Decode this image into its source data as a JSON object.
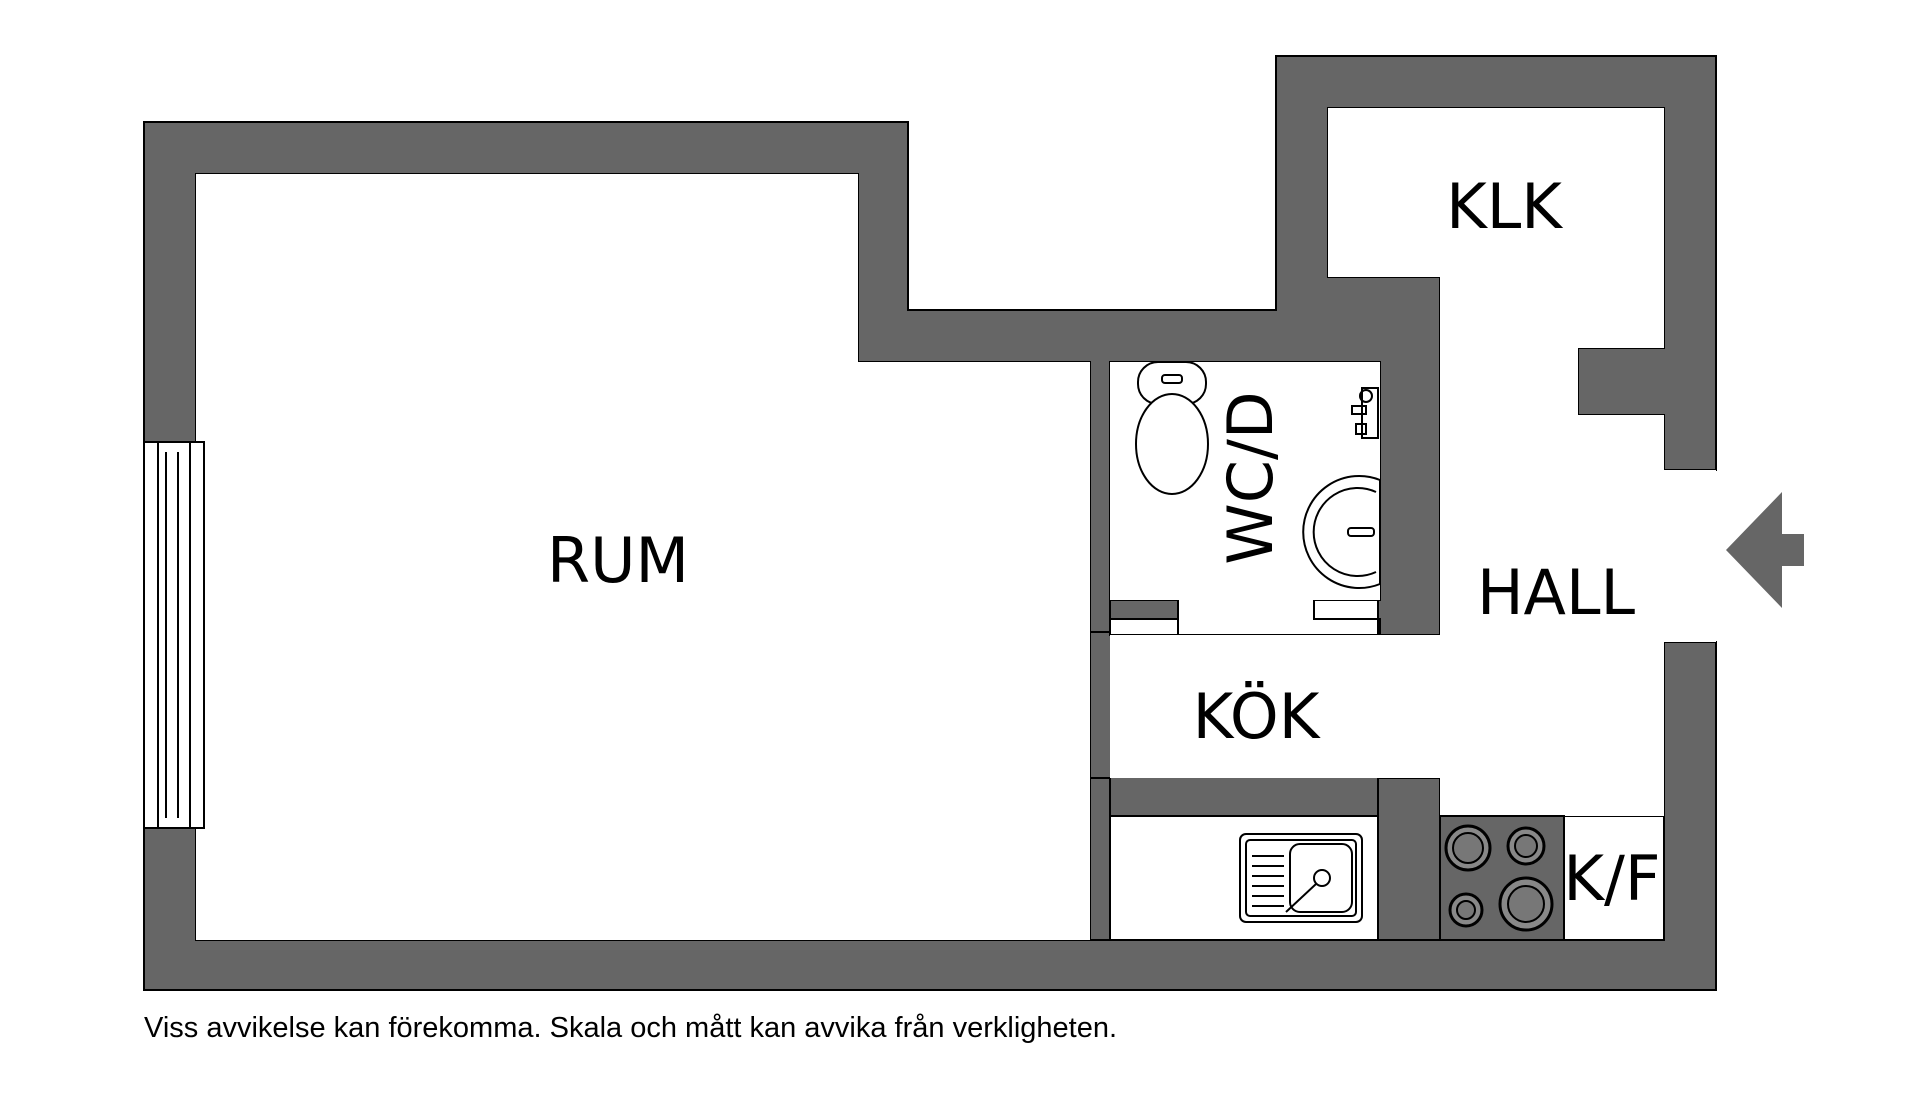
{
  "rooms": {
    "rum": "RUM",
    "klk": "KLK",
    "wcd": "WC/D",
    "hall": "HALL",
    "kok": "KÖK",
    "kf": "K/F"
  },
  "disclaimer": "Viss avvikelse kan förekomma. Skala och mått kan avvika från verkligheten.",
  "colors": {
    "wall": "#666666",
    "line": "#000000",
    "background": "#ffffff"
  },
  "icons": [
    "toilet-icon",
    "shower-icon",
    "washbasin-icon",
    "sink-icon",
    "stove-icon",
    "window-icon",
    "entrance-arrow-icon"
  ]
}
